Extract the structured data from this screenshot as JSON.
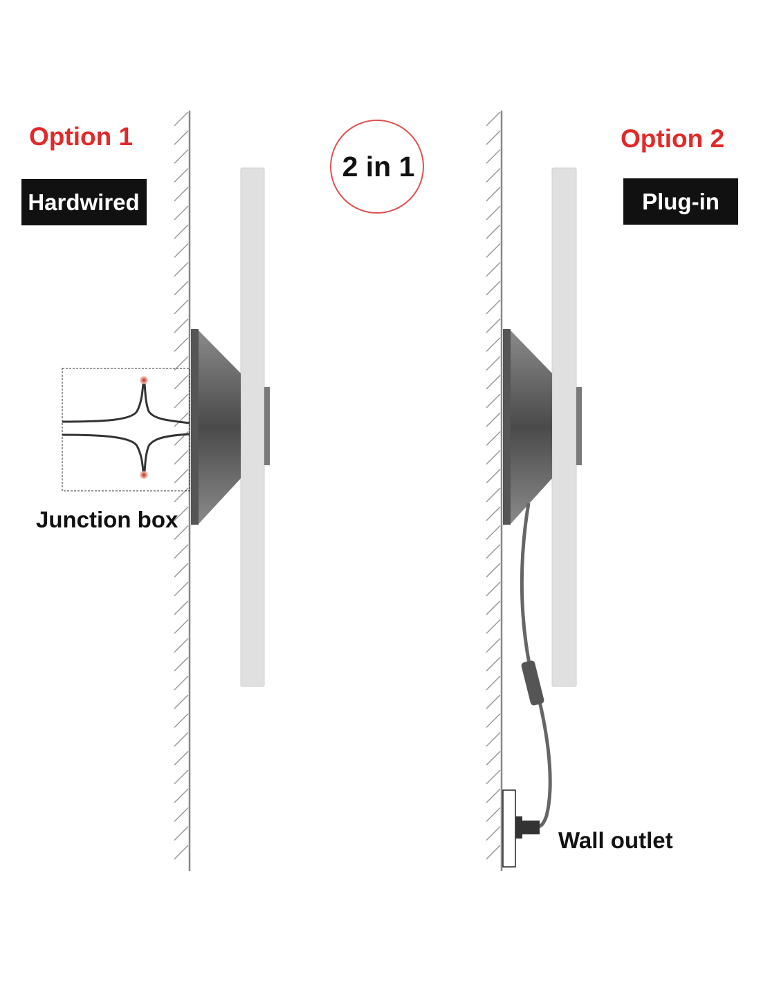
{
  "option1": {
    "title": "Option 1",
    "tag": "Hardwired",
    "note": "Junction box"
  },
  "option2": {
    "title": "Option 2",
    "tag": "Plug-in",
    "note": "Wall outlet"
  },
  "badge": "2 in 1",
  "colors": {
    "accent": "#e02a2a",
    "tag_bg": "#111111",
    "panel": "#e0e0e0",
    "fixture": "#555555",
    "wire_tip": "#c0391f"
  }
}
